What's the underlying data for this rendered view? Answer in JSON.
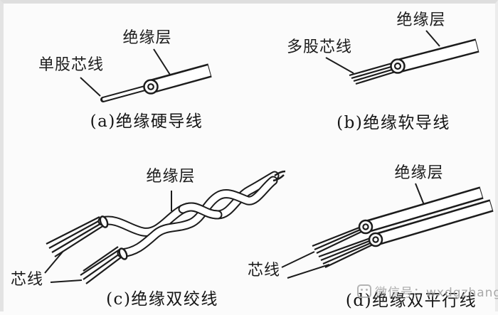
{
  "figure": {
    "description": "Four line-art diagrams of insulated electrical wire types",
    "ink_color": "#1c1c1c",
    "background_color": "#fbfbfb",
    "watermark_color": "#9b9b9b"
  },
  "panels": {
    "a": {
      "caption": "(a)绝缘硬导线",
      "core_label": "单股芯线",
      "insulation_label": "绝缘层"
    },
    "b": {
      "caption": "(b)绝缘软导线",
      "core_label": "多股芯线",
      "insulation_label": "绝缘层"
    },
    "c": {
      "caption": "(c)绝缘双绞线",
      "core_label": "芯线",
      "insulation_label": "绝缘层"
    },
    "d": {
      "caption": "(d)绝缘双平行线",
      "core_label": "芯线",
      "insulation_label": "绝缘层"
    }
  },
  "watermark": {
    "icon": "wechat-account-icon",
    "text": "微信号：wxdgzhang"
  }
}
